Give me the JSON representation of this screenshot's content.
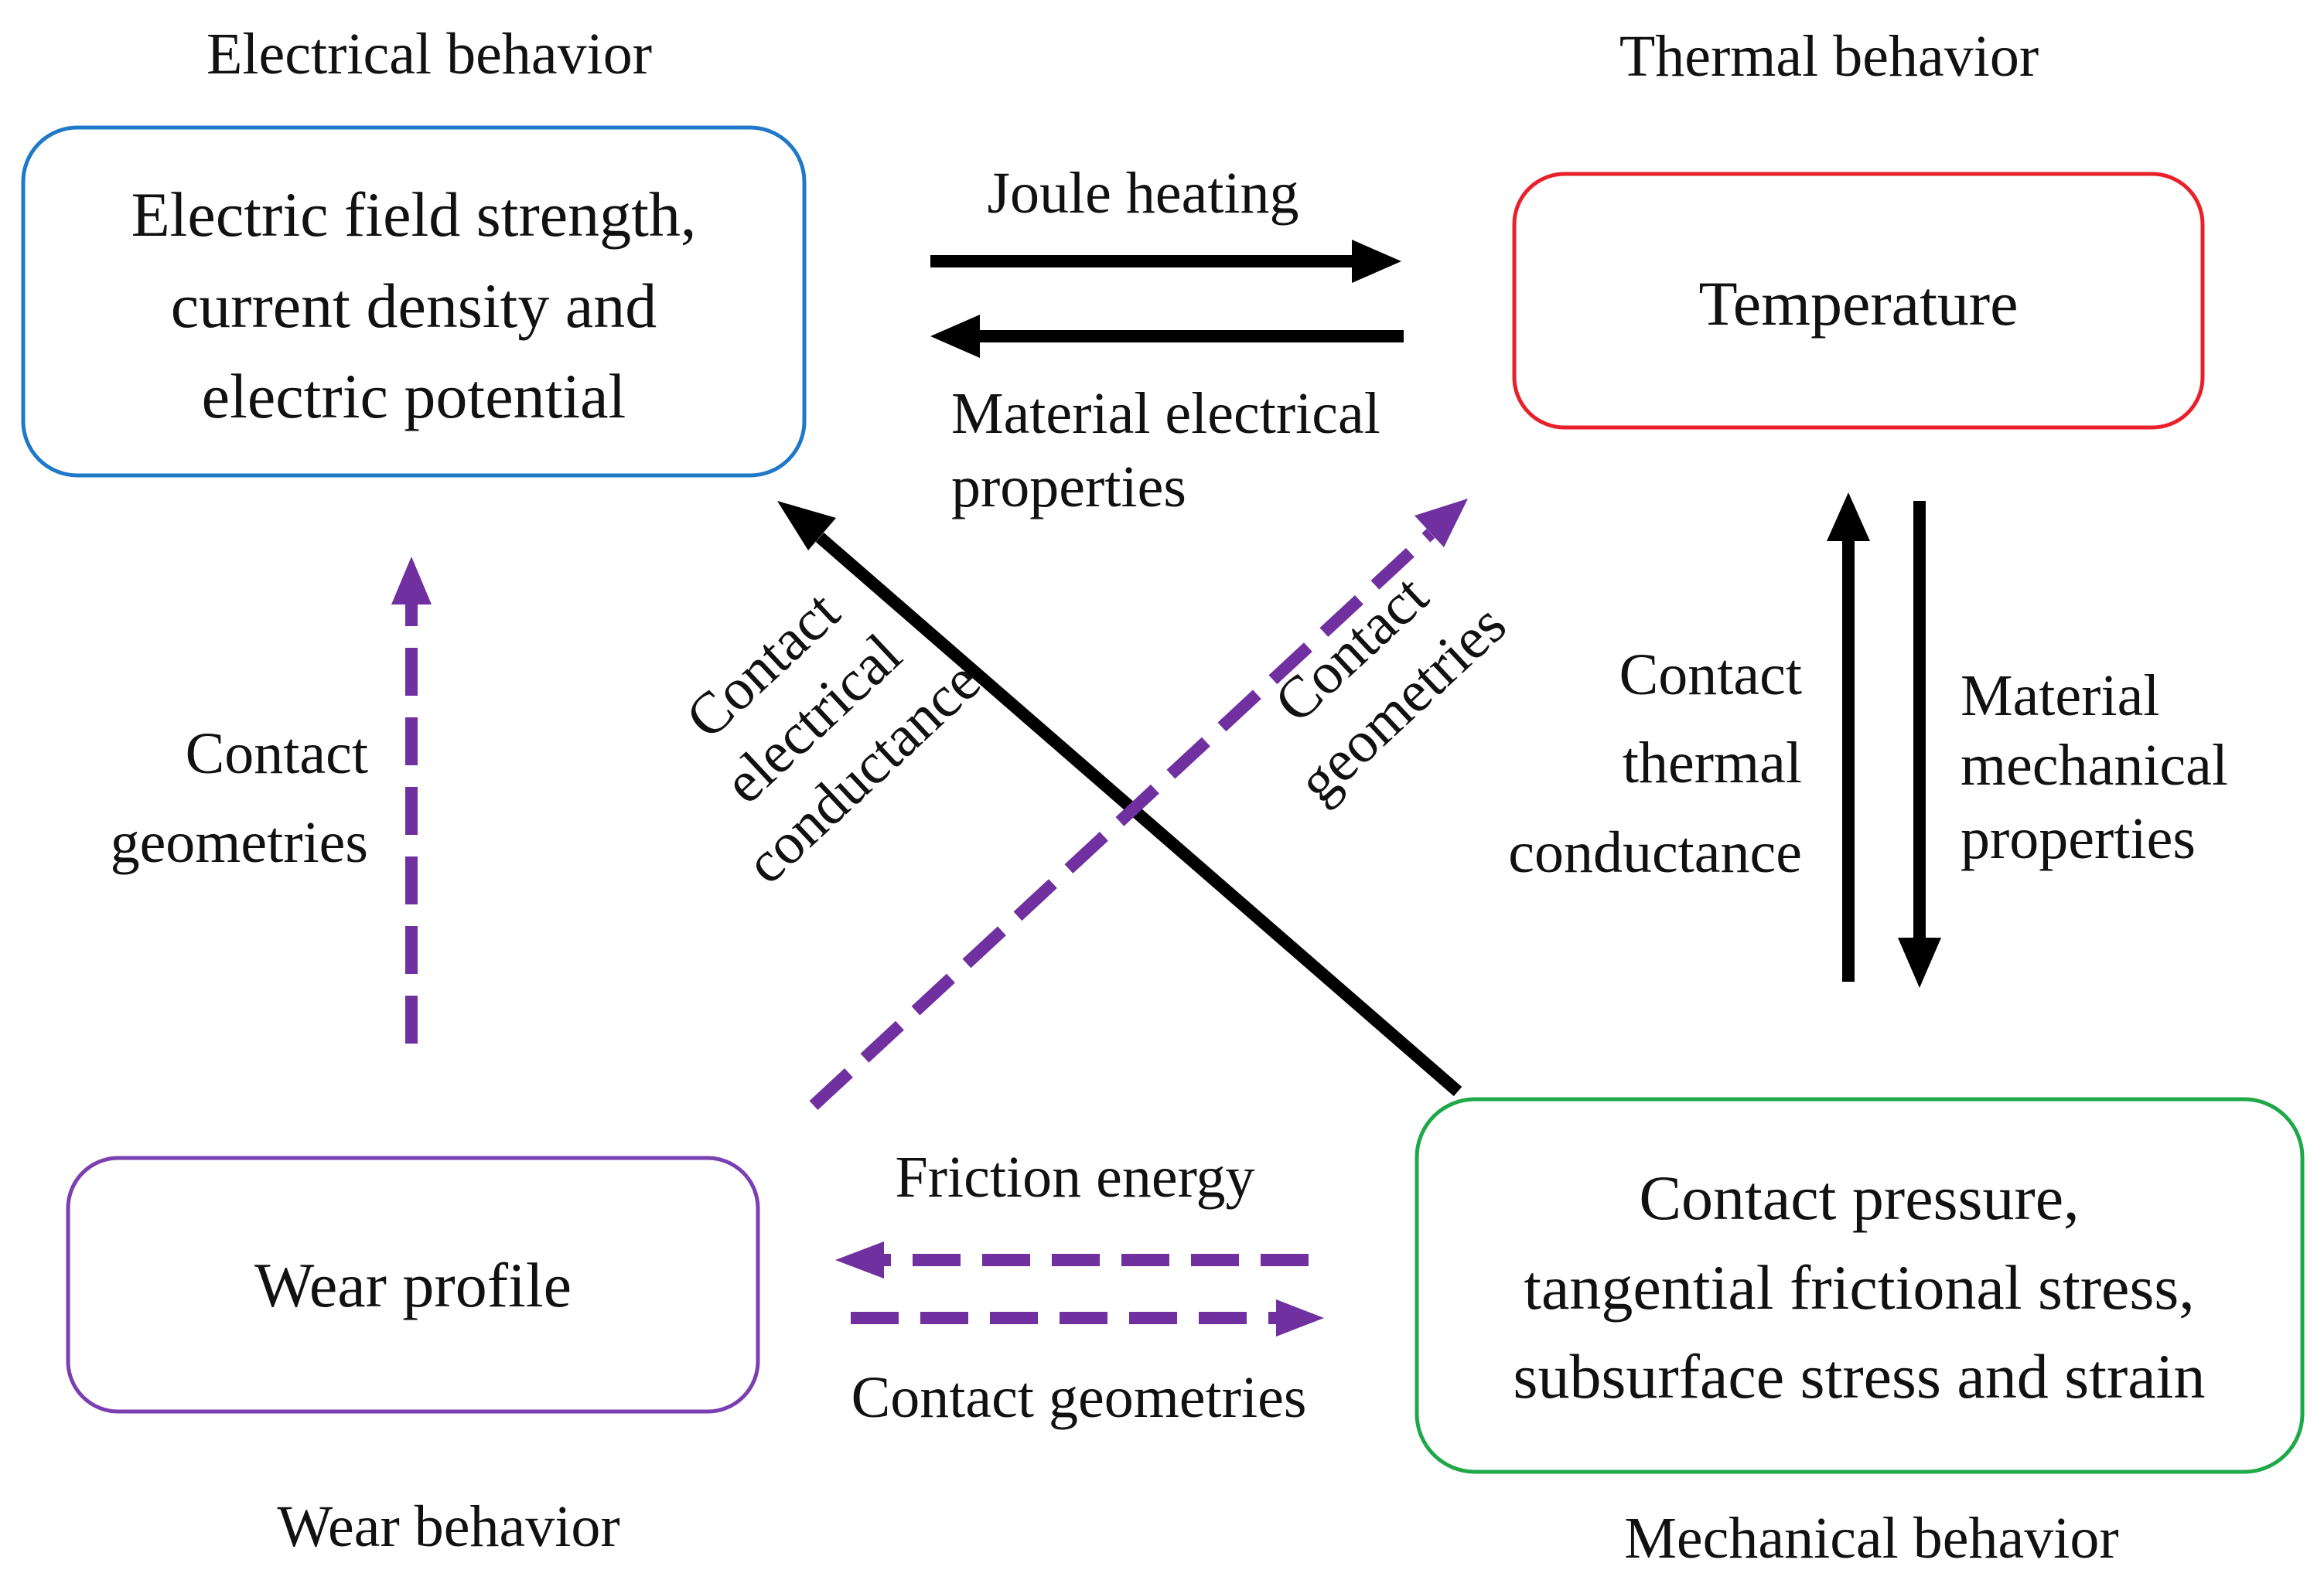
{
  "colors": {
    "electrical": "#1f78c8",
    "thermal": "#e8202a",
    "mechanical": "#1fa84a",
    "wear": "#7a3fb0",
    "solid_arrow": "#000000",
    "dashed_arrow": "#7030a0"
  },
  "categories": {
    "electrical": "Electrical behavior",
    "thermal": "Thermal behavior",
    "wear": "Wear behavior",
    "mechanical": "Mechanical behavior"
  },
  "boxes": {
    "electrical": [
      "Electric field strength,",
      "current density and",
      "electric potential"
    ],
    "thermal": [
      "Temperature"
    ],
    "wear": [
      "Wear profile"
    ],
    "mechanical": [
      "Contact pressure,",
      "tangential frictional stress,",
      "subsurface stress and strain"
    ]
  },
  "arrows": {
    "joule_heating": "Joule heating",
    "material_electrical": [
      "Material electrical",
      "properties"
    ],
    "contact_electrical_conductance": [
      "Contact",
      "electrical",
      "conductance"
    ],
    "contact_geometries_diag": [
      "Contact",
      "geometries"
    ],
    "contact_thermal_conductance": [
      "Contact",
      "thermal",
      "conductance"
    ],
    "material_mechanical": [
      "Material",
      "mechanical",
      "properties"
    ],
    "contact_geometries_left": [
      "Contact",
      "geometries"
    ],
    "friction_energy": "Friction energy",
    "contact_geometries_bottom": "Contact geometries"
  }
}
